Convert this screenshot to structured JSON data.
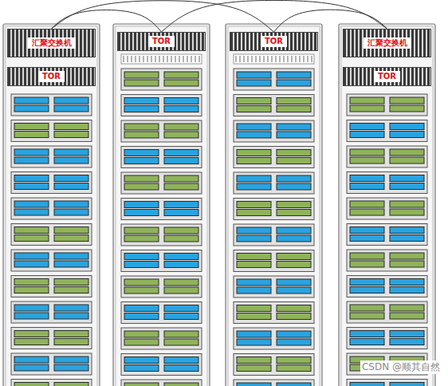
{
  "diagram": {
    "nodes": [
      {
        "text": [
          "汇聚交换机"
        ]
      },
      {
        "text": [
          "TOR"
        ]
      },
      {
        "text": [
          "TOR"
        ]
      },
      {
        "text": [
          "汇聚交换机"
        ]
      },
      {
        "text": [
          "TOR"
        ]
      },
      {
        "text": [
          "TOR"
        ]
      }
    ],
    "edges": [
      {
        "from": 0,
        "to": 1,
        "arrow": "none"
      },
      {
        "from": 0,
        "to": 2,
        "arrow": "none"
      },
      {
        "from": 3,
        "to": 2,
        "arrow": "none"
      },
      {
        "from": 3,
        "to": 1,
        "arrow": "none"
      }
    ],
    "labels": [
      "CSDN @顺其自然"
    ]
  }
}
